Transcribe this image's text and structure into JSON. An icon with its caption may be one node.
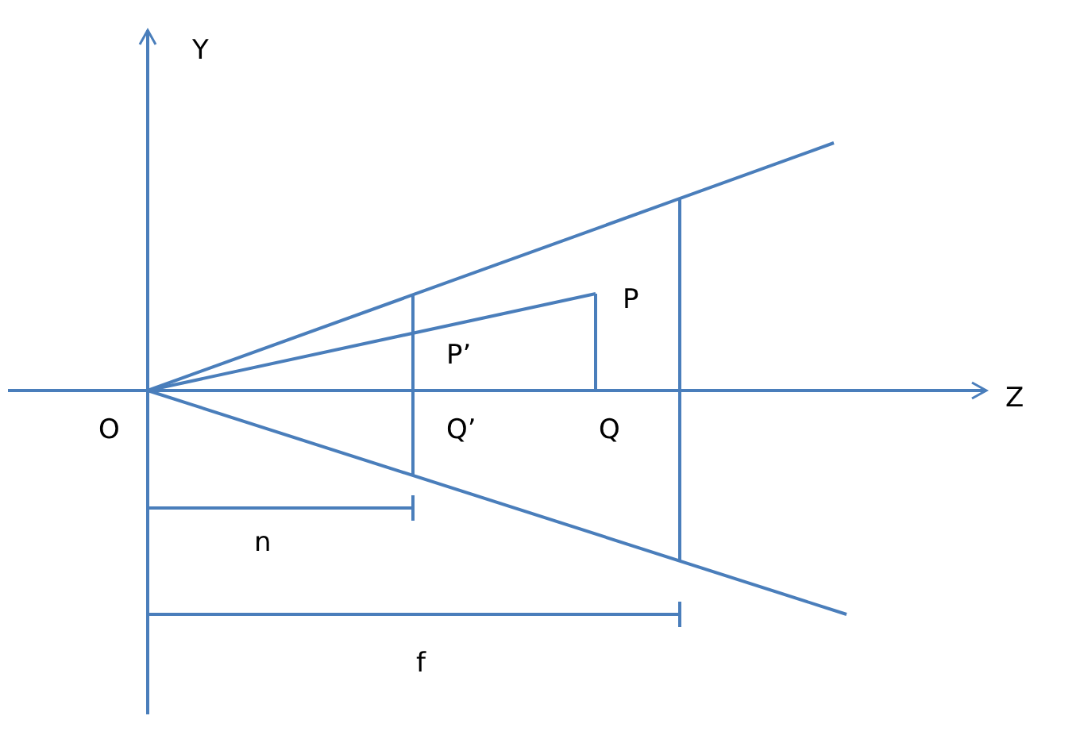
{
  "diagram": {
    "labels": [
      "Y",
      "P",
      "P’",
      "Z",
      "O",
      "Q’",
      "Q",
      "n",
      "f"
    ]
  }
}
